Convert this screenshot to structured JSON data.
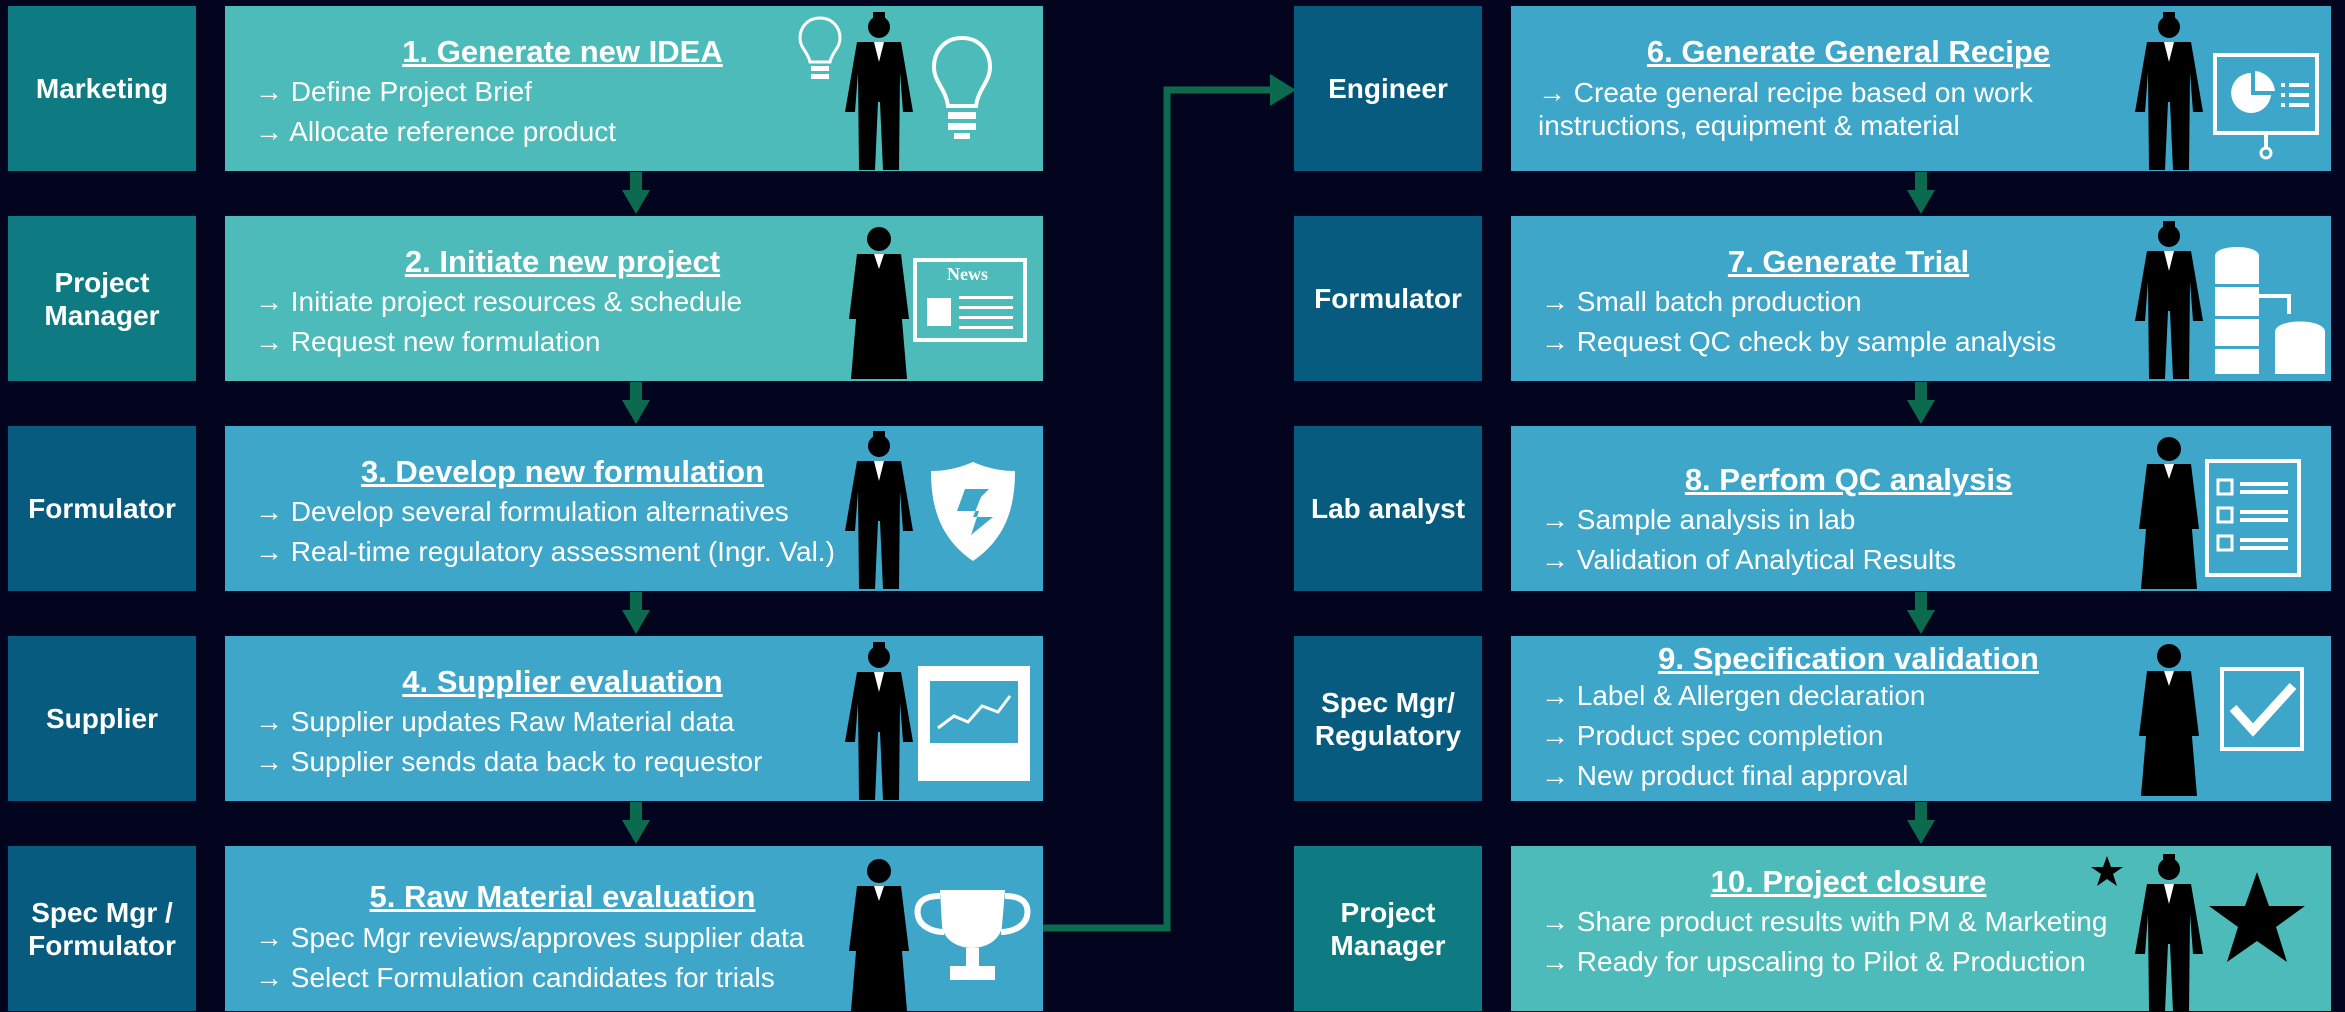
{
  "colors": {
    "background": "#03041e",
    "role_dark": "#065b7e",
    "role_teal": "#0e7b82",
    "step_teal": "#4dbbb9",
    "step_blue": "#3ea6c8",
    "connector": "#0c6b4e"
  },
  "left_column": [
    {
      "role": "Marketing",
      "title": "1. Generate new IDEA",
      "lines": [
        "→ Define Project Brief",
        "→ Allocate reference product"
      ],
      "person": "man",
      "icon": "lightbulb-icon"
    },
    {
      "role": "Project Manager",
      "title": "2. Initiate new project",
      "lines": [
        "→ Initiate project resources & schedule",
        "→ Request new formulation"
      ],
      "person": "woman",
      "icon": "news-icon",
      "icon_text": "News"
    },
    {
      "role": "Formulator",
      "title": "3. Develop new formulation",
      "lines": [
        "→ Develop several formulation alternatives",
        "→ Real-time regulatory assessment (Ingr. Val.)"
      ],
      "person": "man",
      "icon": "shield-icon"
    },
    {
      "role": "Supplier",
      "title": "4. Supplier evaluation",
      "lines": [
        "→ Supplier updates Raw Material data",
        "→ Supplier sends data back to requestor"
      ],
      "person": "man",
      "icon": "line-chart-icon"
    },
    {
      "role": "Spec Mgr / Formulator",
      "title": "5. Raw Material evaluation",
      "lines": [
        "→ Spec Mgr reviews/approves supplier data",
        "→ Select Formulation candidates for trials"
      ],
      "person": "woman",
      "icon": "trophy-icon"
    }
  ],
  "right_column": [
    {
      "role": "Engineer",
      "title": "6. Generate General Recipe",
      "lines": [
        "→ Create general recipe based on work",
        "instructions, equipment & material"
      ],
      "person": "man",
      "icon": "presentation-icon"
    },
    {
      "role": "Formulator",
      "title": "7. Generate Trial",
      "lines": [
        "→ Small batch production",
        "→ Request QC check by sample analysis"
      ],
      "person": "man",
      "icon": "tanks-icon"
    },
    {
      "role": "Lab analyst",
      "title": "8. Perfom QC analysis",
      "lines": [
        "→ Sample analysis in lab",
        "→ Validation of Analytical Results"
      ],
      "person": "woman",
      "icon": "checklist-icon"
    },
    {
      "role": "Spec Mgr/ Regulatory",
      "title": "9. Specification validation",
      "lines": [
        "→ Label & Allergen declaration",
        "→ Product spec completion",
        "→ New product final approval"
      ],
      "person": "woman",
      "icon": "checkmark-icon"
    },
    {
      "role": "Project Manager",
      "title": "10. Project closure",
      "lines": [
        "→ Share product results with PM & Marketing",
        "→ Ready for upscaling to Pilot & Production"
      ],
      "person": "man",
      "icon": "star-icon"
    }
  ]
}
